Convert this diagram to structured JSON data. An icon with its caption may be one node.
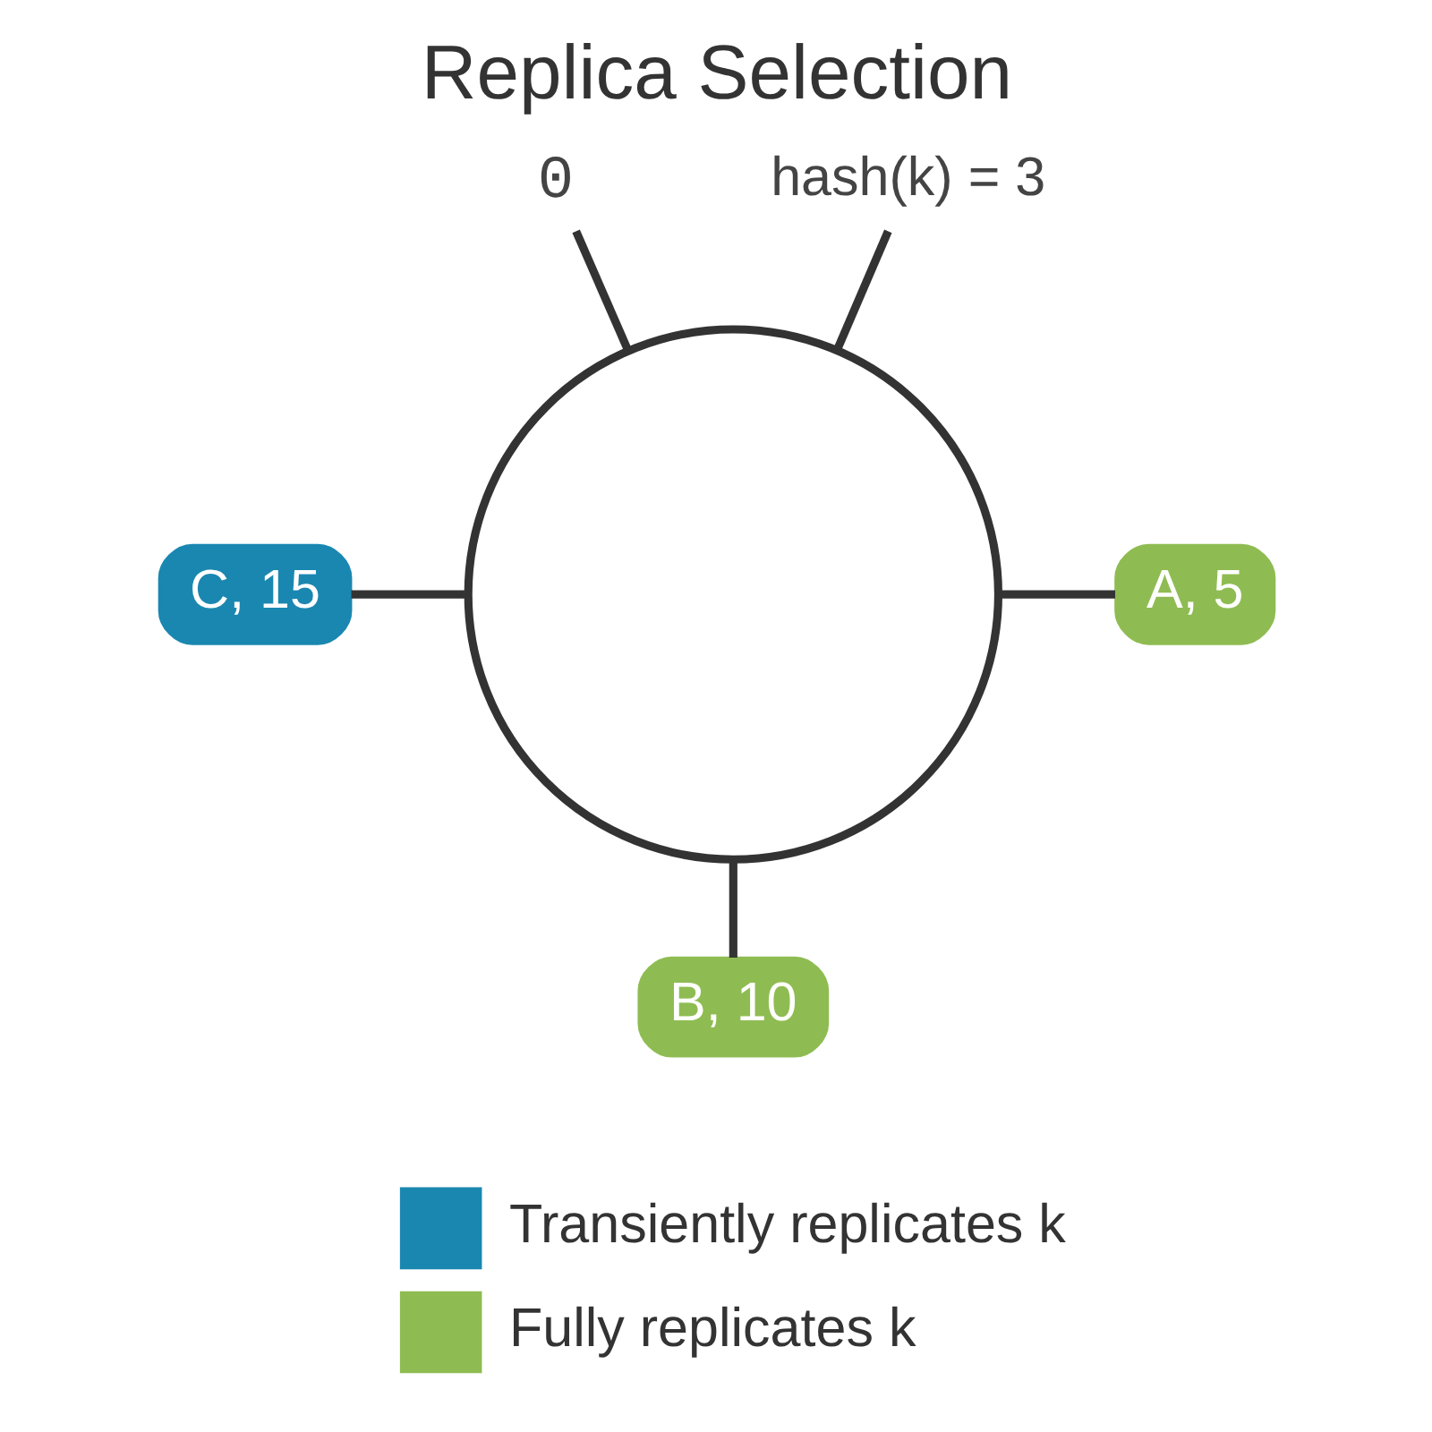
{
  "diagram": {
    "title": "Replica Selection",
    "nodes": [
      {
        "text": [
          "0"
        ]
      },
      {
        "text": [
          "hash(k) = 3"
        ]
      },
      {
        "text": [
          "C, 15"
        ]
      },
      {
        "text": [],
        "shape": "circle"
      },
      {
        "text": [
          "A, 5"
        ]
      },
      {
        "text": [
          "B, 10"
        ]
      }
    ],
    "edges": [
      {
        "from": 0,
        "to": 3,
        "arrow": "none"
      },
      {
        "from": 1,
        "to": 3,
        "arrow": "none"
      },
      {
        "from": 2,
        "to": 3,
        "arrow": "none"
      },
      {
        "from": 3,
        "to": 4,
        "arrow": "none"
      },
      {
        "from": 3,
        "to": 5,
        "arrow": "none"
      }
    ],
    "legend": [
      {
        "text": "Transiently replicates k",
        "color": "#1a87b1"
      },
      {
        "text": "Fully replicates k",
        "color": "#8fbc52"
      }
    ]
  }
}
